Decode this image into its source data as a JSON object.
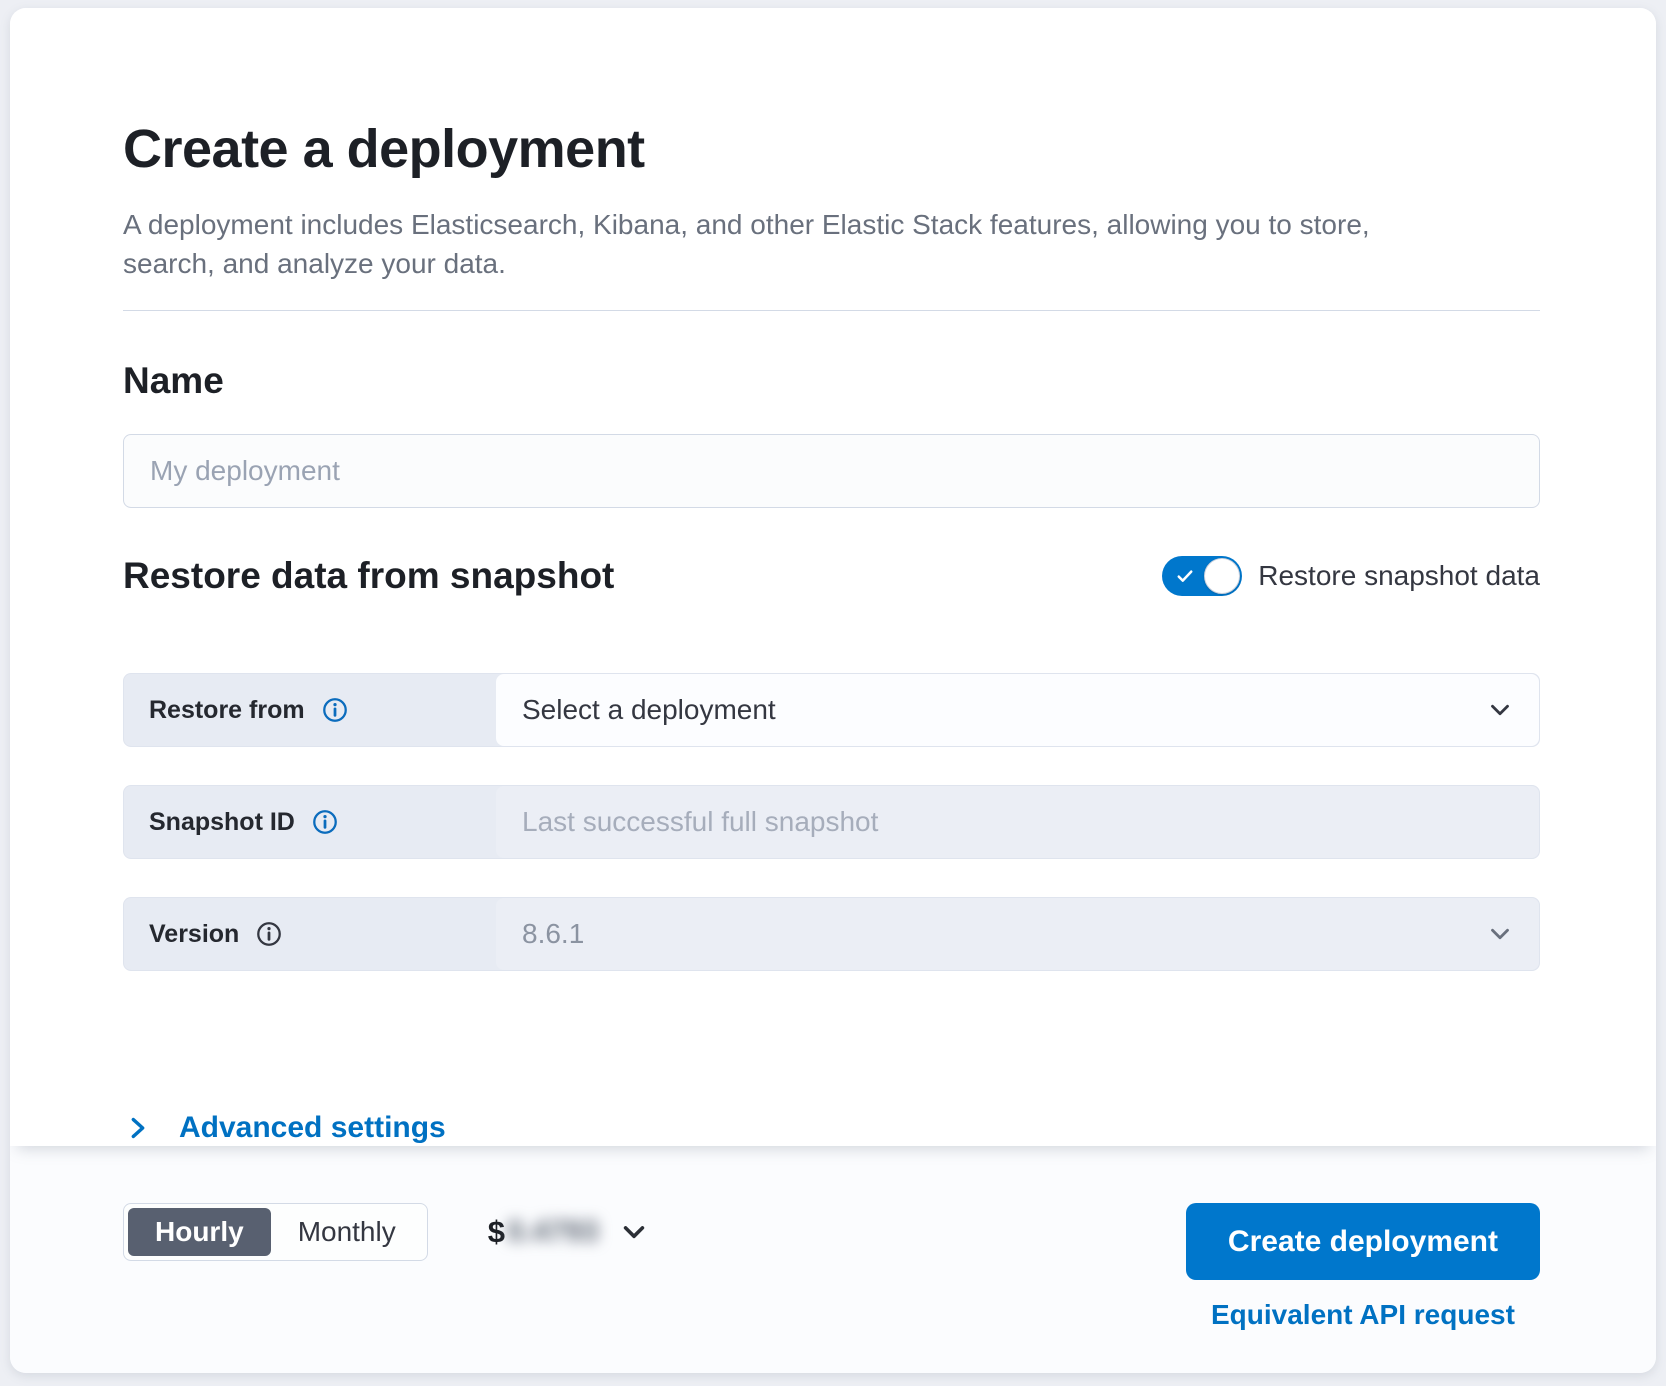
{
  "colors": {
    "primary_button": "#0077cc",
    "link": "#0071c2",
    "toggle_on": "#0077cc",
    "billing_selected_bg": "#586070",
    "heading_text": "#1d2026",
    "muted_text": "#69707d",
    "row_label_bg": "#e7ebf3",
    "disabled_field_bg": "#ebeef5"
  },
  "header": {
    "title": "Create a deployment",
    "subtitle": "A deployment includes Elasticsearch, Kibana, and other Elastic Stack features, allowing you to store, search, and analyze your data."
  },
  "name_section": {
    "heading": "Name",
    "input_value": "",
    "input_placeholder": "My deployment"
  },
  "snapshot_section": {
    "heading": "Restore data from snapshot",
    "toggle": {
      "label": "Restore snapshot data",
      "state": "on",
      "icon": "checkmark-icon"
    },
    "rows": [
      {
        "label": "Restore from",
        "icon": "info-icon",
        "control": "select",
        "value": "Select a deployment",
        "enabled": true
      },
      {
        "label": "Snapshot ID",
        "icon": "info-icon",
        "control": "text-input",
        "input_value": "",
        "placeholder": "Last successful full snapshot",
        "enabled": false
      },
      {
        "label": "Version",
        "icon": "info-icon",
        "control": "select",
        "value": "8.6.1",
        "enabled": false
      }
    ]
  },
  "advanced_settings": {
    "label": "Advanced settings",
    "icon": "chevron-right-icon"
  },
  "footer": {
    "billing_period": {
      "options": [
        "Hourly",
        "Monthly"
      ],
      "selected": "Hourly"
    },
    "price": {
      "currency_symbol": "$",
      "value": "0.4793",
      "value_obscured": true,
      "icon": "chevron-down-icon"
    },
    "create_button_label": "Create deployment",
    "api_link_label": "Equivalent API request"
  }
}
